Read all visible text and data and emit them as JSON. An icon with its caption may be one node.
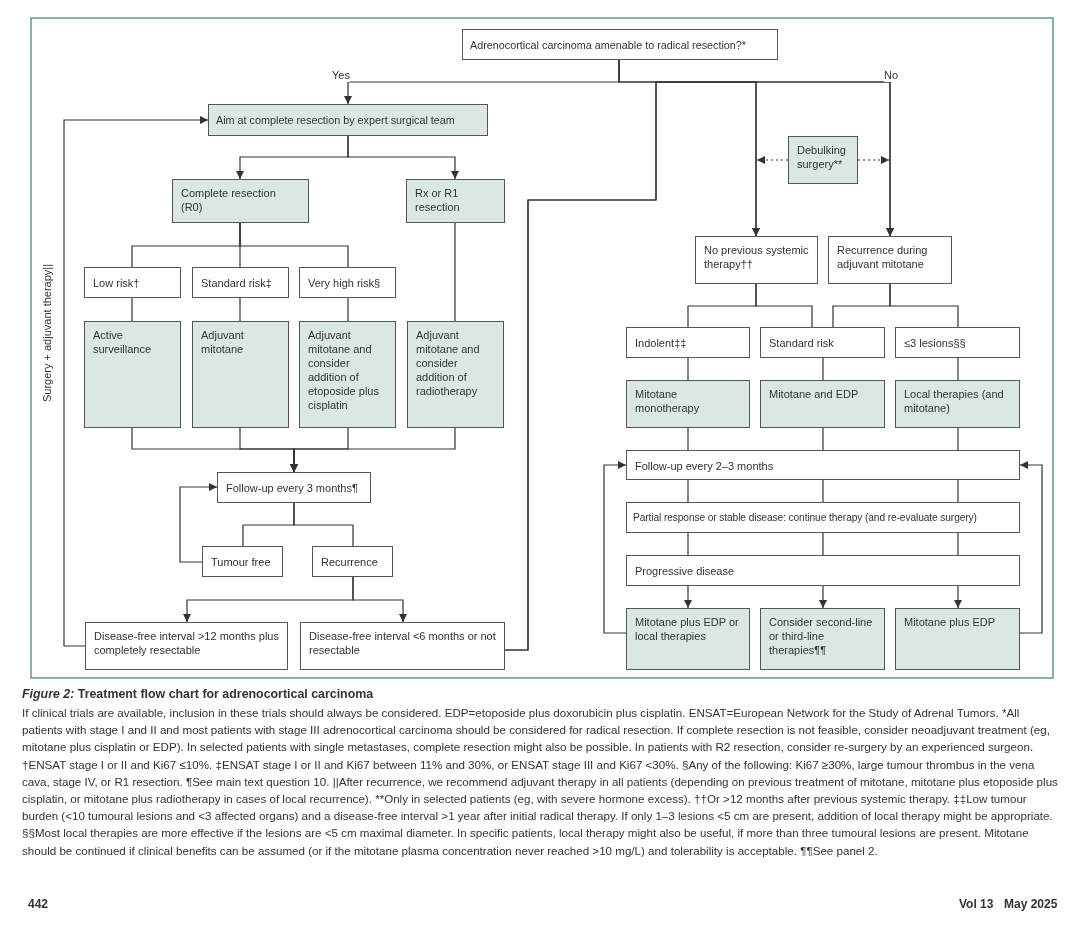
{
  "diagram": {
    "title": "*Figure 2:* Treatment flow chart for adrenocortical carcinoma",
    "caption": "If clinical trials are available, inclusion in these trials should always be considered. EDP=etoposide plus doxorubicin plus cisplatin. ENSAT=European Network for the Study of Adrenal Tumors. *All patients with stage I and II and most patients with stage III adrenocortical carcinoma should be considered for radical resection. If complete resection is not feasible, consider neoadjuvant treatment (eg, mitotane plus cisplatin or EDP). In selected patients with single metastases, complete resection might also be possible. In patients with R2 resection, consider re-surgery by an experienced surgeon. †ENSAT stage I or II and Ki67 ≤10%. ‡ENSAT stage I or II and Ki67 between 11% and 30%, or ENSAT stage III and Ki67 <30%. §Any of the following: Ki67 ≥30%, large tumour thrombus in the vena cava, stage IV, or R1 resection. ¶See main text question 10. ||After recurrence, we recommend adjuvant therapy in all patients (depending on previous treatment of mitotane, mitotane plus etoposide plus cisplatin, or mitotane plus radiotherapy in cases of local recurrence). **Only in selected patients (eg, with severe hormone excess). ††Or >12 months after previous systemic therapy. ‡‡Low tumour burden (<10 tumoural lesions and <3 affected organs) and a disease-free interval >1 year after initial radical therapy. If only 1–3 lesions <5 cm are present, addition of local therapy might be appropriate. §§Most local therapies are more effective if the lesions are <5 cm maximal diameter. In specific patients, local therapy might also be useful, if more than three tumoural lesions are present. Mitotane should be continued if clinical benefits can be assumed (or if the mitotane plasma concentration never reached >10 mg/L) and tolerability is acceptable. ¶¶See panel 2.",
    "nodes": [
      {
        "text": [
          "Adrenocortical carcinoma amenable to radical resection?*"
        ]
      },
      {
        "text": [
          "Aim at complete resection by expert surgical team"
        ]
      },
      {
        "text": [
          "Debulking surgery**"
        ]
      },
      {
        "text": [
          "Complete resection (R0)"
        ]
      },
      {
        "text": [
          "Rx or R1 resection"
        ]
      },
      {
        "text": [
          "No previous systemic therapy††"
        ]
      },
      {
        "text": [
          "Recurrence during adjuvant mitotane"
        ]
      },
      {
        "text": [
          "Low risk†"
        ]
      },
      {
        "text": [
          "Standard risk‡"
        ]
      },
      {
        "text": [
          "Very high risk§"
        ]
      },
      {
        "text": [
          "Indolent‡‡"
        ]
      },
      {
        "text": [
          "Standard risk"
        ]
      },
      {
        "text": [
          "≤3 lesions§§"
        ]
      },
      {
        "text": [
          "Active surveillance"
        ]
      },
      {
        "text": [
          "Adjuvant mitotane"
        ]
      },
      {
        "text": [
          "Adjuvant mitotane and consider addition of etoposide plus cisplatin"
        ]
      },
      {
        "text": [
          "Adjuvant mitotane and consider addition of radiotherapy"
        ]
      },
      {
        "text": [
          "Mitotane monotherapy"
        ]
      },
      {
        "text": [
          "Mitotane and EDP"
        ]
      },
      {
        "text": [
          "Local therapies (and mitotane)"
        ]
      },
      {
        "text": [
          "Follow-up every 3 months¶"
        ]
      },
      {
        "text": [
          "Follow-up every 2–3 months"
        ]
      },
      {
        "text": [
          "Partial response or stable disease: continue therapy (and re-evaluate surgery)"
        ]
      },
      {
        "text": [
          "Progressive disease"
        ]
      },
      {
        "text": [
          "Tumour free"
        ]
      },
      {
        "text": [
          "Recurrence"
        ]
      },
      {
        "text": [
          "Mitotane plus EDP or local therapies"
        ]
      },
      {
        "text": [
          "Consider second-line or third-line therapies¶¶"
        ]
      },
      {
        "text": [
          "Mitotane plus EDP"
        ]
      },
      {
        "text": [
          "Disease-free interval >12 months plus completely resectable"
        ]
      },
      {
        "text": [
          "Disease-free interval <6 months or not resectable"
        ]
      }
    ],
    "edges": [
      {
        "from": 0,
        "to": 1,
        "arrow": "to",
        "label": "Yes"
      },
      {
        "from": 0,
        "to": 5,
        "arrow": "to"
      },
      {
        "from": 0,
        "to": 6,
        "arrow": "to",
        "label": "No"
      },
      {
        "from": 2,
        "to": null,
        "arrow": "to",
        "style": "dashed"
      },
      {
        "from": 2,
        "to": null,
        "arrow": "to",
        "style": "dashed"
      },
      {
        "from": 1,
        "to": 3,
        "arrow": "to"
      },
      {
        "from": 1,
        "to": 4,
        "arrow": "to"
      },
      {
        "from": 3,
        "to": 7,
        "arrow": "none"
      },
      {
        "from": 3,
        "to": 8,
        "arrow": "none"
      },
      {
        "from": 3,
        "to": 9,
        "arrow": "none"
      },
      {
        "from": 4,
        "to": 16,
        "arrow": "none"
      },
      {
        "from": 5,
        "to": 10,
        "arrow": "none"
      },
      {
        "from": 5,
        "to": 11,
        "arrow": "none"
      },
      {
        "from": 6,
        "to": 11,
        "arrow": "none"
      },
      {
        "from": 6,
        "to": 12,
        "arrow": "none"
      },
      {
        "from": 7,
        "to": 13,
        "arrow": "none"
      },
      {
        "from": 8,
        "to": 14,
        "arrow": "none"
      },
      {
        "from": 9,
        "to": 15,
        "arrow": "none"
      },
      {
        "from": 10,
        "to": 17,
        "arrow": "none"
      },
      {
        "from": 11,
        "to": 18,
        "arrow": "none"
      },
      {
        "from": 12,
        "to": 19,
        "arrow": "none"
      },
      {
        "from": 13,
        "to": 20,
        "arrow": "to"
      },
      {
        "from": 14,
        "to": 20,
        "arrow": "to"
      },
      {
        "from": 15,
        "to": 20,
        "arrow": "to"
      },
      {
        "from": 16,
        "to": 20,
        "arrow": "to"
      },
      {
        "from": 17,
        "to": 21,
        "arrow": "none"
      },
      {
        "from": 18,
        "to": 21,
        "arrow": "none"
      },
      {
        "from": 19,
        "to": 21,
        "arrow": "none"
      },
      {
        "from": 20,
        "to": 24,
        "arrow": "none"
      },
      {
        "from": 20,
        "to": 25,
        "arrow": "none"
      },
      {
        "from": 24,
        "to": 20,
        "arrow": "to"
      },
      {
        "from": 25,
        "to": 29,
        "arrow": "to"
      },
      {
        "from": 25,
        "to": 30,
        "arrow": "to"
      },
      {
        "from": 29,
        "to": 1,
        "arrow": "to",
        "label": "Surgery + adjuvant therapy||"
      },
      {
        "from": 30,
        "to": 5,
        "arrow": "to"
      },
      {
        "from": 30,
        "to": 6,
        "arrow": "to"
      },
      {
        "from": 21,
        "to": 22,
        "arrow": "none"
      },
      {
        "from": 21,
        "to": 22,
        "arrow": "none"
      },
      {
        "from": 21,
        "to": 22,
        "arrow": "none"
      },
      {
        "from": 22,
        "to": 23,
        "arrow": "none"
      },
      {
        "from": 22,
        "to": 23,
        "arrow": "none"
      },
      {
        "from": 22,
        "to": 23,
        "arrow": "none"
      },
      {
        "from": 23,
        "to": 26,
        "arrow": "to"
      },
      {
        "from": 23,
        "to": 27,
        "arrow": "to"
      },
      {
        "from": 23,
        "to": 28,
        "arrow": "to"
      },
      {
        "from": 26,
        "to": 21,
        "arrow": "to"
      },
      {
        "from": 28,
        "to": 21,
        "arrow": "to"
      }
    ],
    "labels": [
      "442",
      "Vol 13",
      "May 2025"
    ]
  }
}
